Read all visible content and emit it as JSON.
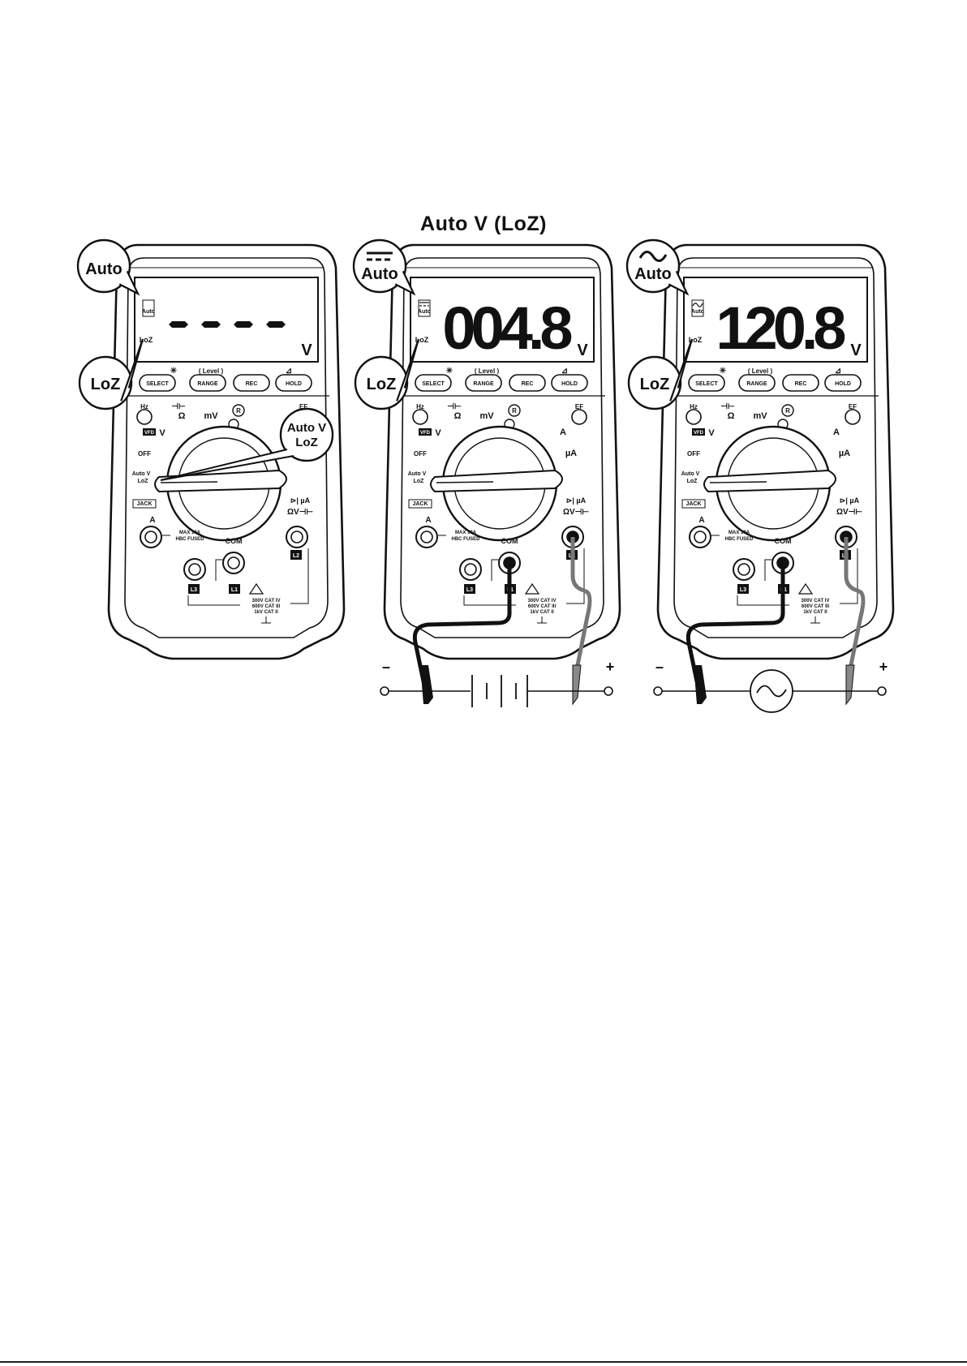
{
  "title": "Auto V (LoZ)",
  "buttons": {
    "select": "SELECT",
    "range": "RANGE",
    "rec": "REC",
    "hold": "HOLD",
    "level": "( Level )",
    "star": "✳",
    "delta": "⊿"
  },
  "dial": {
    "hz": "Hz",
    "ef": "EF",
    "vfd": "VFD",
    "v_symbol": "V",
    "off": "OFF",
    "auto_v": "Auto V",
    "loz": "LoZ",
    "cap_sym": "⊣⊢",
    "ohm": "Ω",
    "mv": "mV",
    "a_sym": "A",
    "r_sym": "R",
    "ua_sym": "µA",
    "jack": "JACK",
    "diode_ua": "⊳| µA",
    "ohm_v_cap": "ΩV⊣⊢"
  },
  "jacks": {
    "a": "A",
    "max": "MAX 10A",
    "fused": "HBC FUSED",
    "com": "COM",
    "l1": "L1",
    "l2": "L2",
    "l3": "L3",
    "cat1": "300V CAT IV",
    "cat2": "600V CAT III",
    "cat3": "1kV CAT II"
  },
  "meters": [
    {
      "callout_top": "Auto",
      "callout_loz": "LoZ",
      "callout_dial": "Auto V LoZ",
      "dial_line1": "Auto V",
      "dial_line2": "LoZ",
      "reading": "----",
      "unit": "V",
      "mini_auto": "Auto",
      "mini_loz": "LoZ"
    },
    {
      "callout_top": "Auto",
      "callout_symbol": "dc-symbol",
      "callout_loz": "LoZ",
      "reading": "004.8",
      "unit": "V",
      "mini_auto": "Auto",
      "mini_loz": "LoZ",
      "source": "battery-icon",
      "minus": "–",
      "plus": "+"
    },
    {
      "callout_top": "Auto",
      "callout_symbol": "ac-symbol",
      "callout_loz": "LoZ",
      "reading": "120.8",
      "unit": "V",
      "mini_auto": "Auto",
      "mini_loz": "LoZ",
      "source": "ac-source-icon",
      "minus": "–",
      "plus": "+"
    }
  ]
}
